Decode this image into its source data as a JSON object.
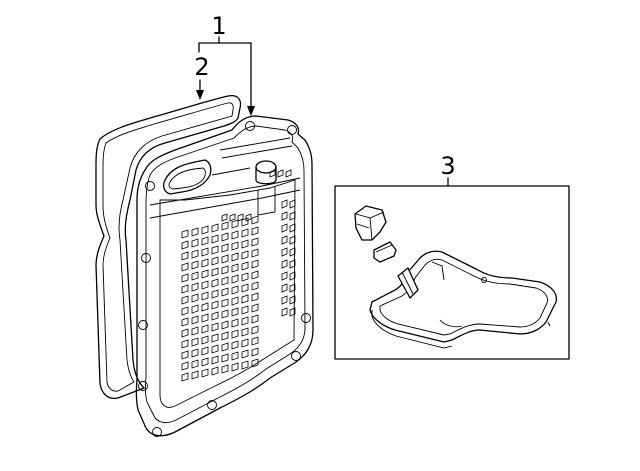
{
  "callouts": {
    "part_1": "1",
    "part_2": "2",
    "part_3": "3"
  },
  "colors": {
    "line": "#000000",
    "background": "#ffffff"
  }
}
